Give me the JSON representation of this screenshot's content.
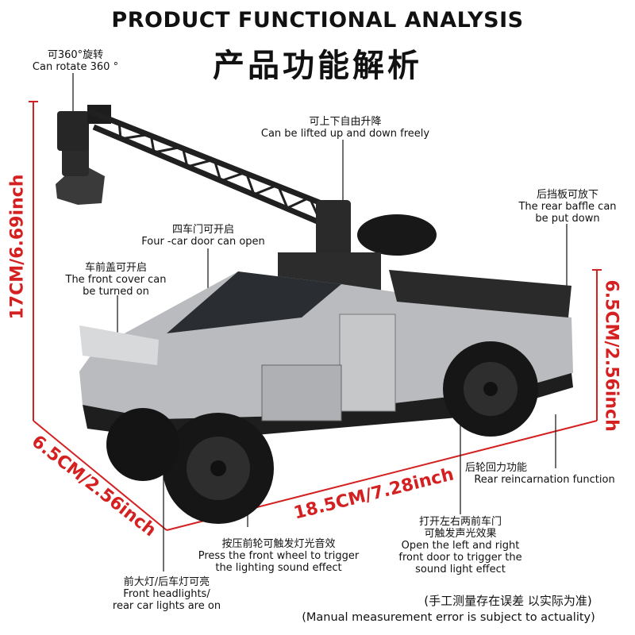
{
  "header": {
    "title_en": "PRODUCT FUNCTIONAL ANALYSIS",
    "title_zh": "产品功能解析"
  },
  "callouts": {
    "rotate": {
      "zh": "可360°旋转",
      "en": "Can rotate 360 °"
    },
    "lift": {
      "zh": "可上下自由升降",
      "en": "Can be lifted up and down freely"
    },
    "baffle": {
      "zh": "后挡板可放下",
      "en1": "The rear baffle can",
      "en2": "be put down"
    },
    "doors4": {
      "zh": "四车门可开启",
      "en": "Four -car door can open"
    },
    "front_cover": {
      "zh": "车前盖可开启",
      "en1": "The front cover can",
      "en2": "be turned on"
    },
    "rear_wheel": {
      "zh": "后轮回力功能",
      "en": "Rear reincarnation function"
    },
    "front_doors": {
      "zh1": "打开左右两前车门",
      "zh2": "可触发声光效果",
      "en1": "Open the left and right",
      "en2": "front door to trigger the",
      "en3": "sound light effect"
    },
    "front_wheel": {
      "zh": "按压前轮可触发灯光音效",
      "en1": "Press the front wheel to trigger",
      "en2": "the lighting sound effect"
    },
    "lights": {
      "zh": "前大灯/后车灯可亮",
      "en1": "Front headlights/",
      "en2": "rear car lights are on"
    }
  },
  "dimensions": {
    "height": "17CM/6.69inch",
    "rear_height": "6.5CM/2.56inch",
    "width": "6.5CM/2.56inch",
    "length": "18.5CM/7.28inch"
  },
  "footer": {
    "note_zh": "(手工测量存在误差 以实际为准)",
    "note_en": "(Manual measurement error is subject to actuality)"
  },
  "colors": {
    "dimension": "#d42020",
    "body": "#b9bbbe",
    "dark": "#1e1e1e"
  }
}
